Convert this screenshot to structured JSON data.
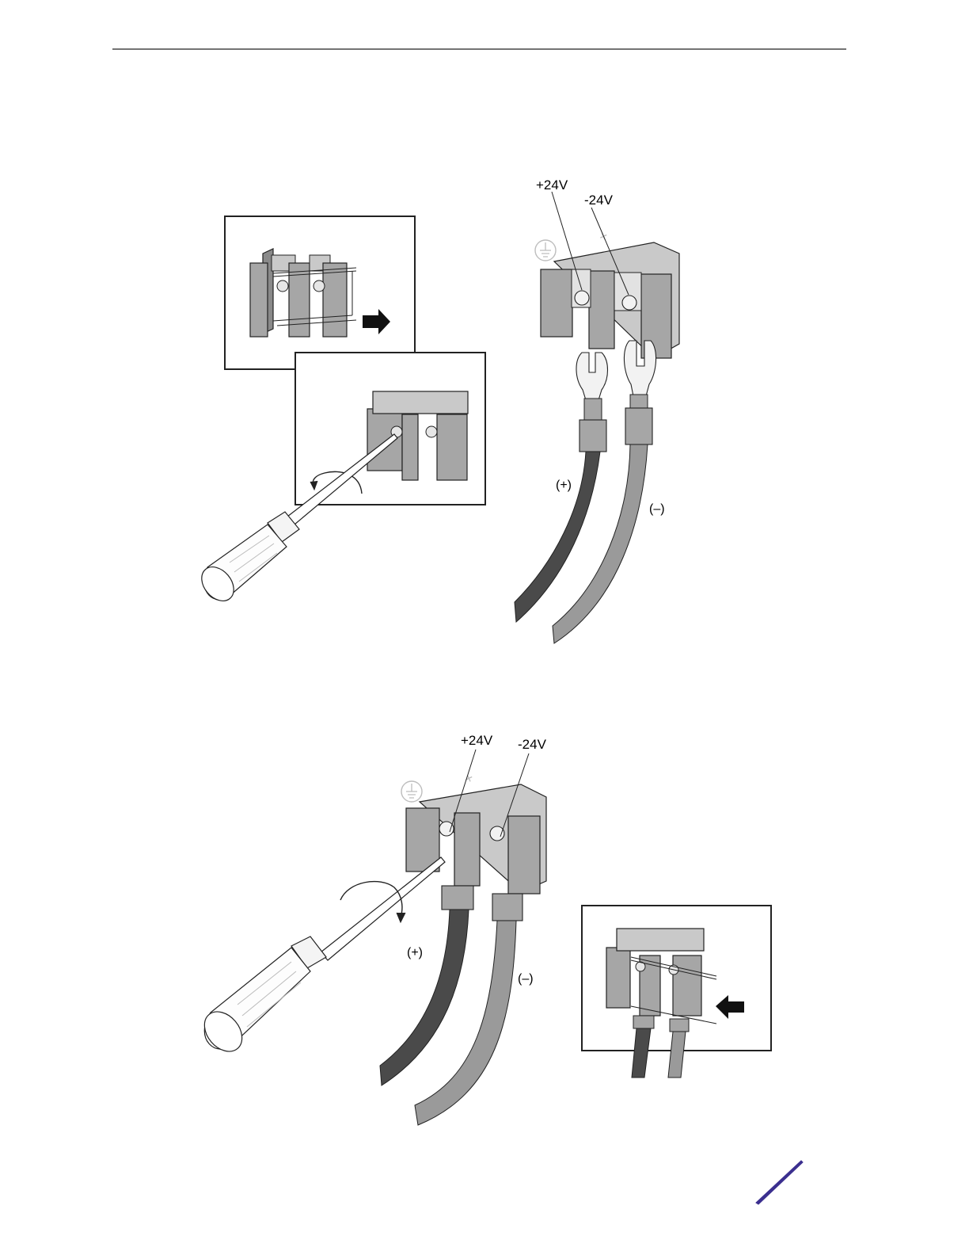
{
  "figure_top": {
    "label_positive_terminal": "+24V",
    "label_negative_terminal": "-24V",
    "label_positive_wire": "(+)",
    "label_negative_wire": "(–)",
    "terminal_symbols": {
      "plus": "+",
      "minus": "–"
    }
  },
  "figure_bottom": {
    "label_positive_terminal": "+24V",
    "label_negative_terminal": "-24V",
    "label_positive_wire": "(+)",
    "label_negative_wire": "(–)",
    "terminal_symbols": {
      "plus": "+",
      "minus": "–"
    }
  },
  "colors": {
    "line": "#222222",
    "block_gray": "#a6a6a6",
    "block_dark": "#8a8a8a",
    "wire_positive": "#4a4a4a",
    "wire_negative": "#9a9a9a",
    "brand_accent": "#3b2f8f"
  }
}
